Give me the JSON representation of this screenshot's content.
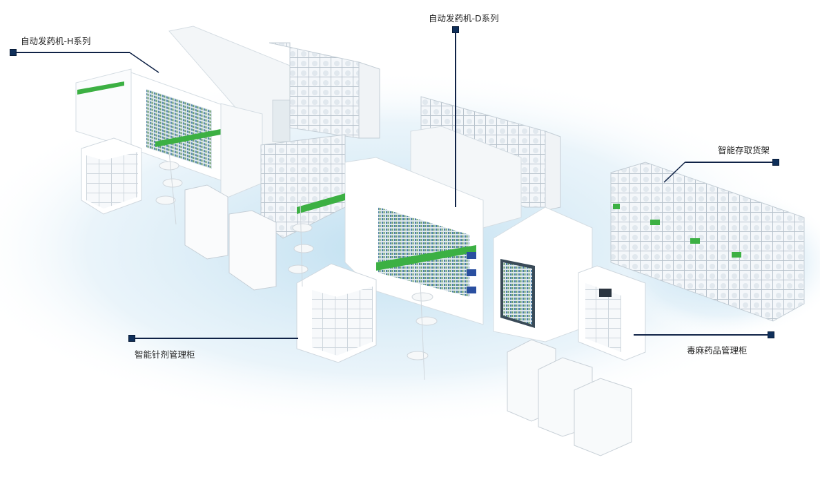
{
  "callouts": {
    "h_series": "自动发药机-H系列",
    "d_series": "自动发药机-D系列",
    "smart_shelf": "智能存取货架",
    "injection_cabinet": "智能针剂管理柜",
    "narcotics_cabinet": "毒麻药品管理柜"
  },
  "colors": {
    "callout_line": "#0f2246",
    "accent_green": "#3cb043",
    "floor_glow": "#cfe6f3"
  }
}
